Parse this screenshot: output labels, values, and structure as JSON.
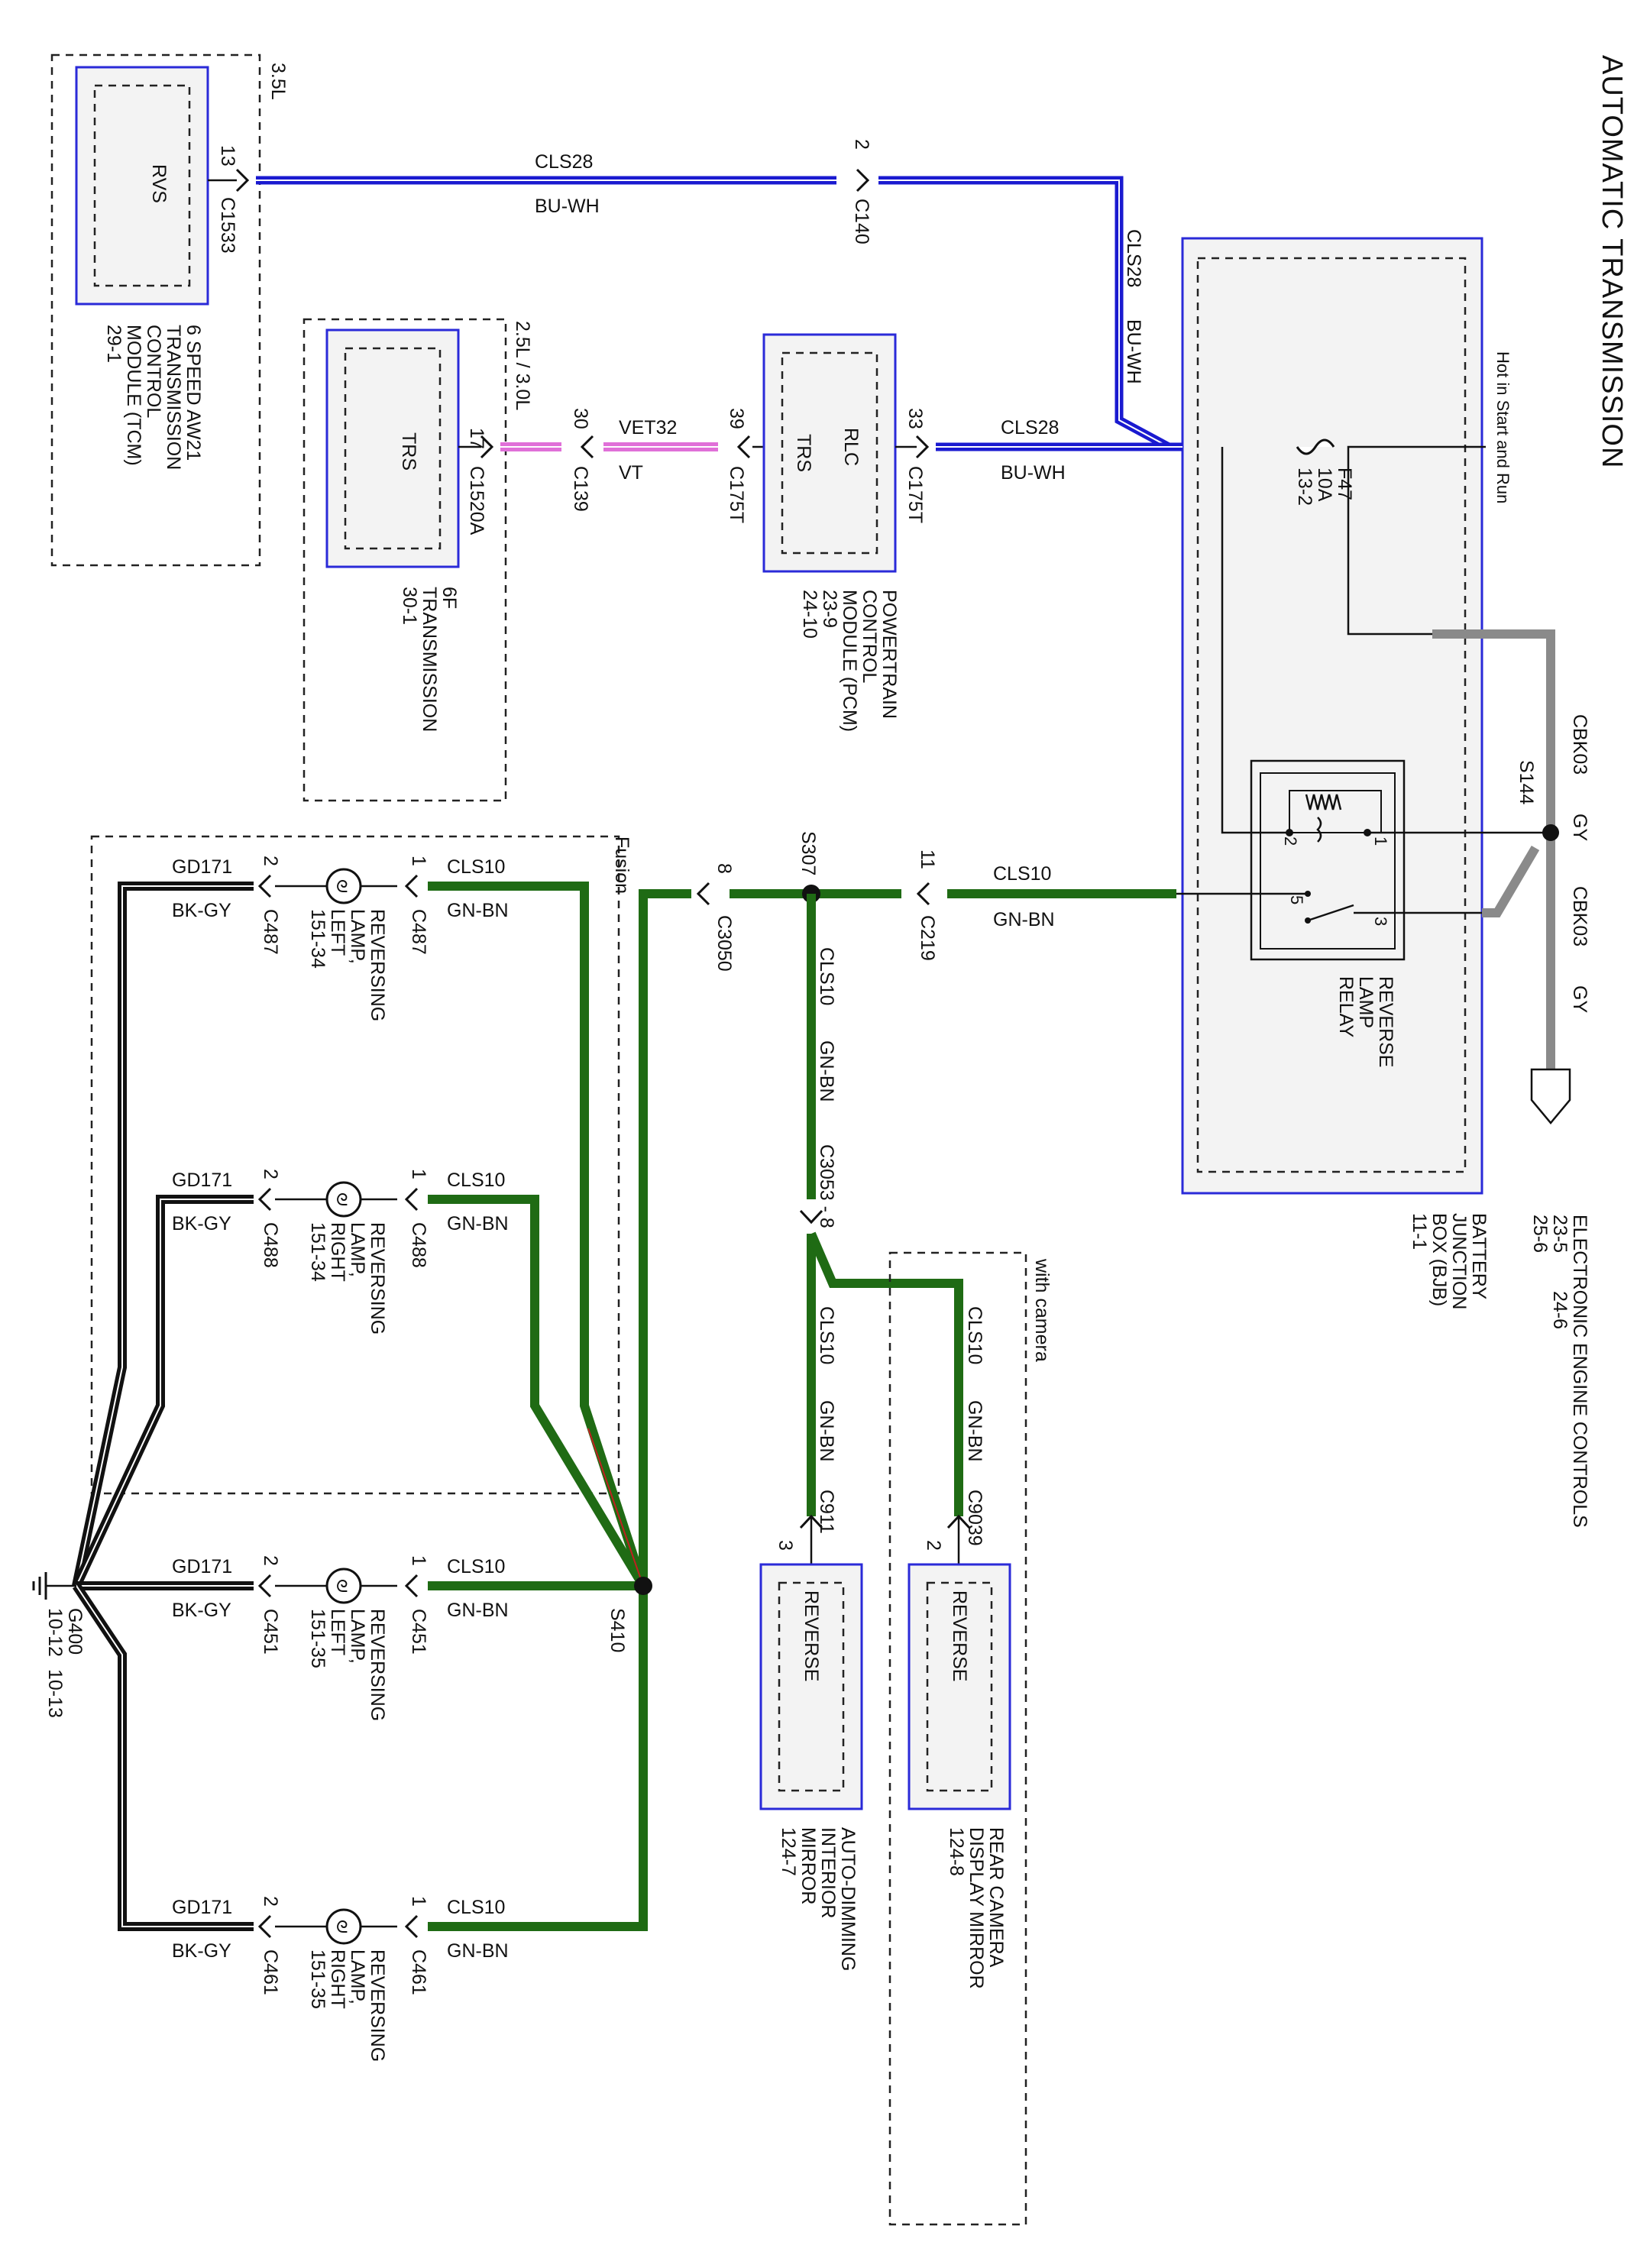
{
  "title": "AUTOMATIC TRANSMISSION",
  "hot_in": "Hot in Start and Run",
  "fuse": {
    "name": "F47",
    "rating": "10A",
    "ref": "13-2"
  },
  "bjb": {
    "name_lines": [
      "BATTERY",
      "JUNCTION",
      "BOX (BJB)"
    ],
    "ref": "11-1"
  },
  "relay": {
    "name_lines": [
      "REVERSE",
      "LAMP",
      "RELAY"
    ],
    "pins": [
      "1",
      "2",
      "3",
      "5"
    ]
  },
  "eec": {
    "name": "ELECTRONIC ENGINE CONTROLS",
    "refs": [
      "23-5",
      "24-6",
      "25-6"
    ]
  },
  "cbk_top": {
    "circuit": "CBK03",
    "color": "GY"
  },
  "cbk_bottom": {
    "circuit": "CBK03",
    "color": "GY"
  },
  "s144": "S144",
  "tcm": {
    "engine": "3.5L",
    "pin_label": "RVS",
    "pin": "13",
    "connector": "C1533",
    "name_lines": [
      "6 SPEED AW21",
      "TRANSMISSION",
      "CONTROL",
      "MODULE (TCM)"
    ],
    "ref": "29-1"
  },
  "tcm_wire": {
    "circuit": "CLS28",
    "color": "BU-WH",
    "pin": "2",
    "connector": "C140"
  },
  "tcm_wire2": {
    "circuit": "CLS28",
    "color": "BU-WH"
  },
  "trans6f": {
    "engine": "2.5L / 3.0L",
    "pin_label": "TRS",
    "pin": "17",
    "connector": "C1520A",
    "name_lines": [
      "6F",
      "TRANSMISSION"
    ],
    "ref": "30-1"
  },
  "vet_wire": {
    "circuit": "VET32",
    "color": "VT",
    "pin_a": "30",
    "conn_a": "C139",
    "pin_b": "39",
    "conn_b": "C175T"
  },
  "pcm": {
    "pin_label_a": "RLC",
    "pin_label_b": "TRS",
    "pin": "33",
    "connector": "C175T",
    "name_lines": [
      "POWERTRAIN",
      "CONTROL",
      "MODULE (PCM)"
    ],
    "refs": [
      "23-9",
      "24-10"
    ]
  },
  "pcm_wire": {
    "circuit": "CLS28",
    "color": "BU-WH"
  },
  "main_cls10": {
    "circuit": "CLS10",
    "color": "GN-BN",
    "pin": "11",
    "connector": "C219"
  },
  "s307": "S307",
  "c3050": {
    "pin": "8",
    "connector": "C3050"
  },
  "fusion_label": "Fusion",
  "down_wire": {
    "circuit": "CLS10",
    "color": "GN-BN"
  },
  "c3053": "C3053 - 8",
  "with_camera": "with camera",
  "mirror_auto": {
    "circuit": "CLS10",
    "color": "GN-BN",
    "connector": "C911",
    "pin": "3",
    "pin_label": "REVERSE",
    "name_lines": [
      "AUTO-DIMMING",
      "INTERIOR",
      "MIRROR"
    ],
    "ref": "124-7"
  },
  "mirror_cam": {
    "circuit": "CLS10",
    "color": "GN-BN",
    "connector": "C9039",
    "pin": "2",
    "pin_label": "REVERSE",
    "name_lines": [
      "REAR CAMERA",
      "DISPLAY MIRROR"
    ],
    "ref": "124-8"
  },
  "s410": "S410",
  "ground": {
    "name": "G400",
    "refs": [
      "10-12",
      "10-13"
    ]
  },
  "lamps": [
    {
      "conn": "C487",
      "ground_circuit": "GD171",
      "ground_color": "BK-GY",
      "feed_circuit": "CLS10",
      "feed_color": "GN-BN",
      "pin_feed": "1",
      "pin_gnd": "2",
      "name_lines": [
        "REVERSING",
        "LAMP,",
        "LEFT"
      ],
      "ref": "151-34"
    },
    {
      "conn": "C488",
      "ground_circuit": "GD171",
      "ground_color": "BK-GY",
      "feed_circuit": "CLS10",
      "feed_color": "GN-BN",
      "pin_feed": "1",
      "pin_gnd": "2",
      "name_lines": [
        "REVERSING",
        "LAMP,",
        "RIGHT"
      ],
      "ref": "151-34"
    },
    {
      "conn": "C451",
      "ground_circuit": "GD171",
      "ground_color": "BK-GY",
      "feed_circuit": "CLS10",
      "feed_color": "GN-BN",
      "pin_feed": "1",
      "pin_gnd": "2",
      "name_lines": [
        "REVERSING",
        "LAMP,",
        "LEFT"
      ],
      "ref": "151-35"
    },
    {
      "conn": "C461",
      "ground_circuit": "GD171",
      "ground_color": "BK-GY",
      "feed_circuit": "CLS10",
      "feed_color": "GN-BN",
      "pin_feed": "1",
      "pin_gnd": "2",
      "name_lines": [
        "REVERSING",
        "LAMP,",
        "RIGHT"
      ],
      "ref": "151-35"
    }
  ],
  "colors": {
    "blue_wire": "#1a1ad0",
    "green_wire": "#1f6b14",
    "violet_wire": "#e070d8",
    "gray_wire": "#8a8a8a",
    "black_wire": "#111111",
    "frame_blue": "#2a2ad8"
  }
}
